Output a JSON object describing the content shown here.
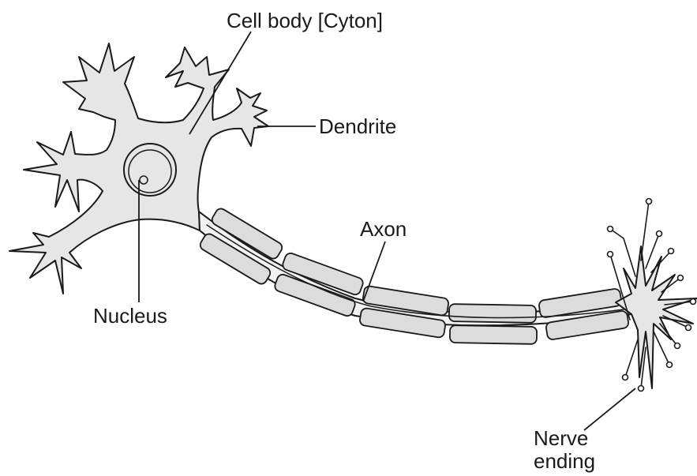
{
  "labels": {
    "cell_body": "Cell body [Cyton]",
    "dendrite": "Dendrite",
    "axon": "Axon",
    "nucleus": "Nucleus",
    "nerve_ending_line1": "Nerve",
    "nerve_ending_line2": "ending"
  },
  "colors": {
    "fill": "#e6e6e6",
    "sheath": "#dcdcdc",
    "stroke": "#1a1a1a",
    "background": "#ffffff"
  }
}
